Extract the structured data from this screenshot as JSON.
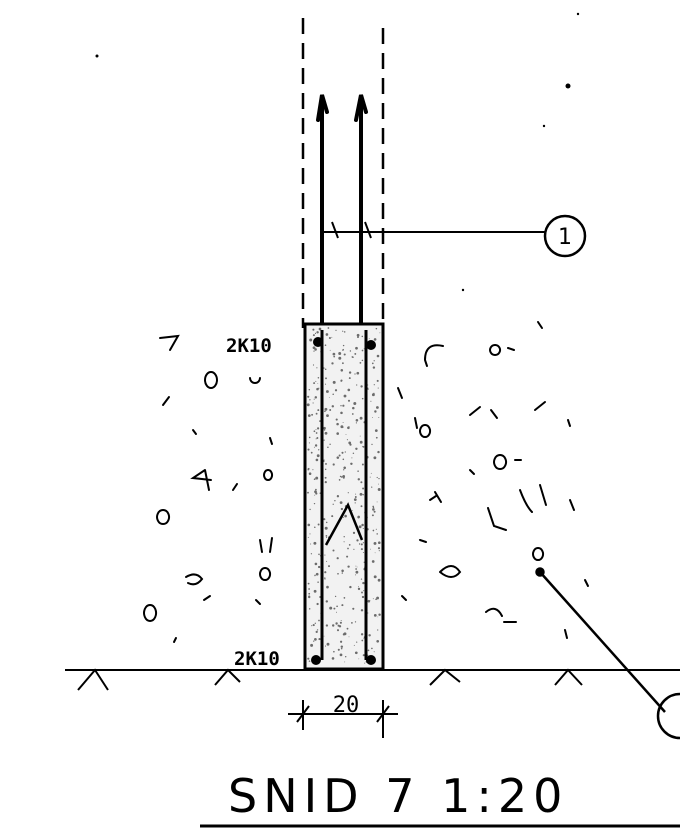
{
  "drawing": {
    "labels": {
      "top_bars": "2K10",
      "bottom_bars": "2K10",
      "width_dimension": "20",
      "callout_1": "1"
    },
    "title": "SNID 7  1:20"
  }
}
